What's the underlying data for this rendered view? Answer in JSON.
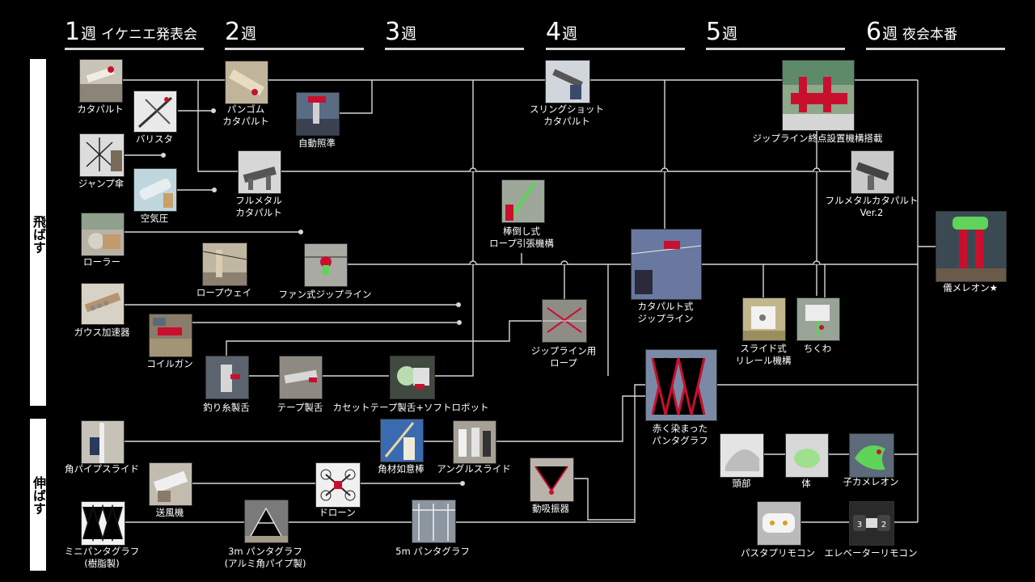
{
  "weeks": [
    {
      "num": "1",
      "label": "週",
      "sub": "イケニエ発表会"
    },
    {
      "num": "2",
      "label": "週",
      "sub": ""
    },
    {
      "num": "3",
      "label": "週",
      "sub": ""
    },
    {
      "num": "4",
      "label": "週",
      "sub": ""
    },
    {
      "num": "5",
      "label": "週",
      "sub": ""
    },
    {
      "num": "6",
      "label": "週",
      "sub": "夜会本番"
    }
  ],
  "categories": {
    "fly": "飛ばす",
    "extend": "伸ばす"
  },
  "colors": {
    "background": "#000000",
    "line": "#d8d8d8",
    "accent_red": "#c8102e",
    "accent_green": "#5fd35a"
  },
  "nodes": {
    "catapult": [
      "カタパルト"
    ],
    "ballista": [
      "バリスタ"
    ],
    "jump_umbrella": [
      "ジャンプ傘"
    ],
    "air_pressure": [
      "空気圧"
    ],
    "roller": [
      "ローラー"
    ],
    "gauss": [
      "ガウス加速器"
    ],
    "coilgun": [
      "コイルガン"
    ],
    "rubber_catapult": [
      "パンゴム",
      "カタパルト"
    ],
    "auto_aim": [
      "自動照準"
    ],
    "full_metal": [
      "フルメタル",
      "カタパルト"
    ],
    "ropeway": [
      "ロープウェイ"
    ],
    "fan_zipline": [
      "ファン式ジップライン"
    ],
    "fishing_line": [
      "釣り糸製舌"
    ],
    "tape_tongue": [
      "テープ製舌"
    ],
    "cassette": [
      "カセットテープ製舌+ソフトロボット"
    ],
    "stick_rope": [
      "棒倒し式",
      "ロープ引張機構"
    ],
    "zipline_rope": [
      "ジップライン用",
      "ロープ"
    ],
    "sling": [
      "スリングショット",
      "カタパルト"
    ],
    "catapult_zipline": [
      "カタパルト式",
      "ジップライン"
    ],
    "zipline_end": [
      "ジップライン終点設置機構搭載"
    ],
    "full_metal_v2": [
      "フルメタルカタパルト",
      "Ver.2"
    ],
    "slide_rail": [
      "スライド式",
      "リレール機構"
    ],
    "chikuwa": [
      "ちくわ"
    ],
    "final": [
      "儀メレオン★"
    ],
    "square_pipe": [
      "角パイプスライド"
    ],
    "blower": [
      "送風機"
    ],
    "mini_panto": [
      "ミニパンタグラフ",
      "(樹脂製)"
    ],
    "panto3m": [
      "3m パンタグラフ",
      "(アルミ角パイプ製)"
    ],
    "drone": [
      "ドローン"
    ],
    "square_stick": [
      "角材如意棒"
    ],
    "angle_slide": [
      "アングルスライド"
    ],
    "panto5m": [
      "5m パンタグラフ"
    ],
    "damper": [
      "動吸振器"
    ],
    "red_panto": [
      "赤く染まった",
      "パンタグラフ"
    ],
    "head": [
      "頭部"
    ],
    "body": [
      "体"
    ],
    "child": [
      "子カメレオン"
    ],
    "pasta_remote": [
      "パスタプリモコン"
    ],
    "elevator_remote": [
      "エレベーターリモコン"
    ]
  }
}
